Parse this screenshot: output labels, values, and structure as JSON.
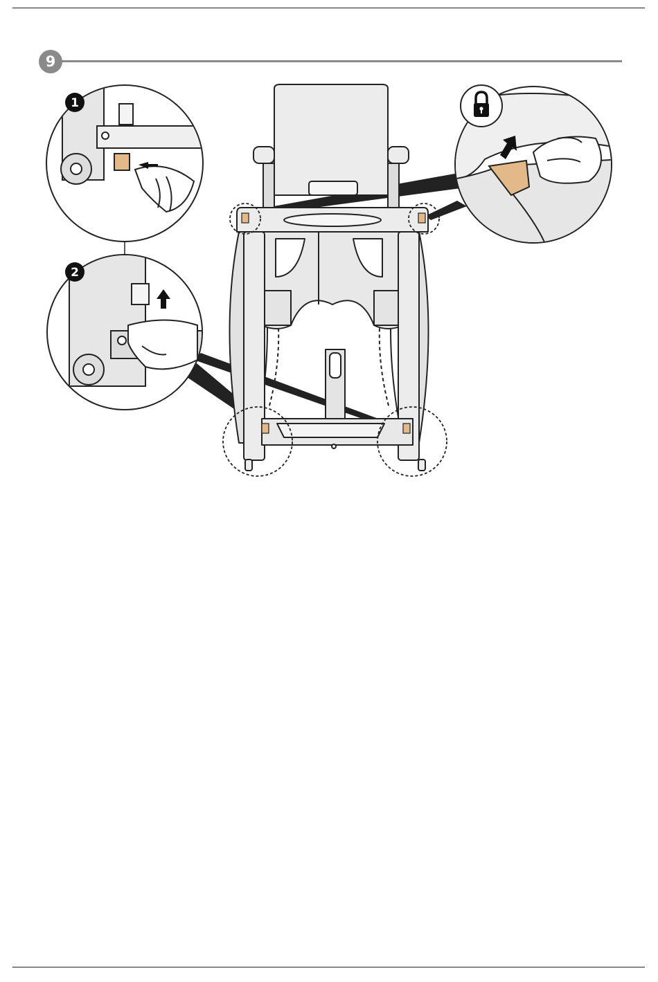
{
  "step": {
    "number": "9"
  },
  "callouts": [
    {
      "label": "1"
    },
    {
      "label": "2"
    }
  ],
  "icons": {
    "lock": "lock-icon",
    "arrow_left": "arrow-left-icon",
    "arrow_up": "arrow-up-icon",
    "arrow_up_right": "arrow-up-right-icon"
  },
  "colors": {
    "accent": "#8a8a8a",
    "latch": "#e3b98a",
    "outline": "#222222",
    "chair_fill": "#ececec"
  }
}
